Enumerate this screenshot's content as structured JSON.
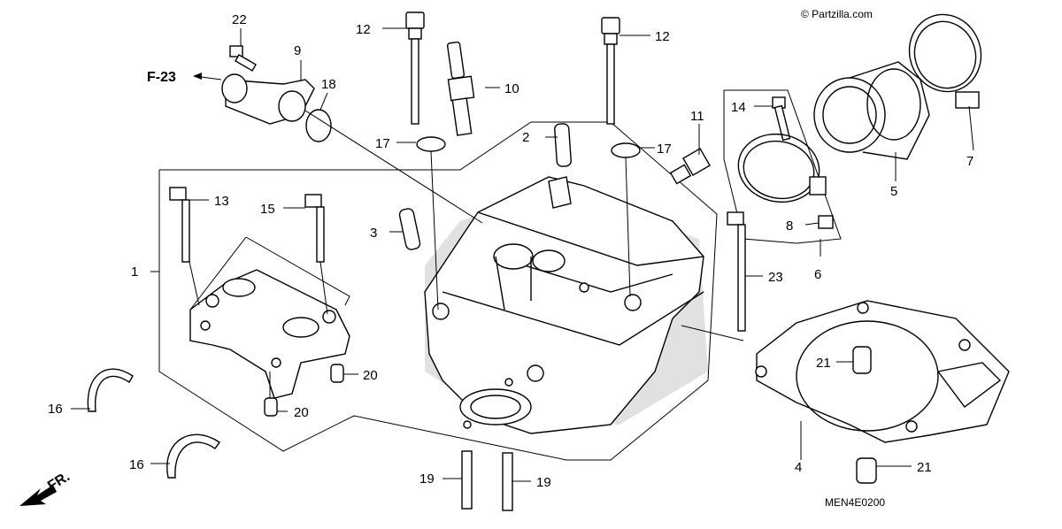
{
  "watermark": "© Partzilla.com",
  "diagram_code": "MEN4E0200",
  "ref_f23": "F-23",
  "front_mark": "FR.",
  "callouts": {
    "c1": "1",
    "c2": "2",
    "c3": "3",
    "c4": "4",
    "c5": "5",
    "c6": "6",
    "c7": "7",
    "c8": "8",
    "c9": "9",
    "c10": "10",
    "c11": "11",
    "c12a": "12",
    "c12b": "12",
    "c13": "13",
    "c14": "14",
    "c15": "15",
    "c16a": "16",
    "c16b": "16",
    "c17a": "17",
    "c17b": "17",
    "c18": "18",
    "c19a": "19",
    "c19b": "19",
    "c20a": "20",
    "c20b": "20",
    "c21a": "21",
    "c21b": "21",
    "c22": "22",
    "c23": "23"
  }
}
